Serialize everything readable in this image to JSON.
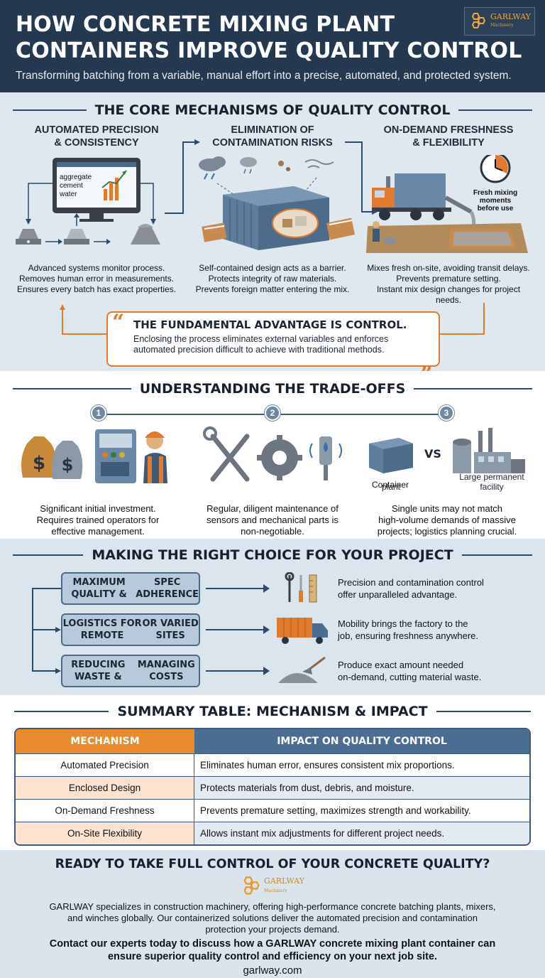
{
  "header": {
    "title_line1": "HOW CONCRETE MIXING PLANT",
    "title_line2": "CONTAINERS IMPROVE QUALITY CONTROL",
    "subtitle": "Transforming batching from a variable, manual effort into a precise, automated, and protected system.",
    "logo_name": "GARLWAY",
    "logo_sub": "Machinery"
  },
  "core": {
    "heading": "THE CORE MECHANISMS OF QUALITY CONTROL",
    "columns": [
      {
        "title_line1": "AUTOMATED PRECISION",
        "title_line2": "& CONSISTENCY",
        "screen_lines": [
          "aggregate",
          "cement",
          "water"
        ],
        "text_line1": "Advanced systems monitor process.",
        "text_line2": "Removes human error in measurements.",
        "text_line3": "Ensures every batch has exact properties."
      },
      {
        "title_line1": "ELIMINATION OF",
        "title_line2": "CONTAMINATION RISKS",
        "text_line1": "Self-contained design acts as a barrier.",
        "text_line2": "Protects integrity of raw materials.",
        "text_line3": "Prevents foreign matter entering the mix."
      },
      {
        "title_line1": "ON-DEMAND FRESHNESS",
        "title_line2": "& FLEXIBILITY",
        "clock_caption_line1": "Fresh mixing",
        "clock_caption_line2": "moments",
        "clock_caption_line3": "before use",
        "text_line1": "Mixes fresh on-site, avoiding transit delays.",
        "text_line2": "Prevents premature setting.",
        "text_line3": "Instant mix design changes for project needs."
      }
    ],
    "quote": {
      "title": "THE FUNDAMENTAL ADVANTAGE IS CONTROL.",
      "text_line1": "Enclosing the process eliminates external variables and enforces",
      "text_line2": "automated precision difficult to achieve with traditional methods."
    }
  },
  "tradeoffs": {
    "heading": "UNDERSTANDING THE TRADE-OFFS",
    "steps": [
      "1",
      "2",
      "3"
    ],
    "items": [
      {
        "text_line1": "Significant initial investment.",
        "text_line2": "Requires trained operators for",
        "text_line3": "effective management."
      },
      {
        "text_line1": "Regular, diligent maintenance of",
        "text_line2": "sensors and mechanical parts is",
        "text_line3": "non-negotiable."
      },
      {
        "text_line1": "Single units may not match",
        "text_line2": "high-volume demands of massive",
        "text_line3": "projects; logistics planning crucial.",
        "label_left_line1": "Container",
        "label_left_line2": "plant",
        "vs": "VS",
        "label_right_line1": "Large permanent",
        "label_right_line2": "facility"
      }
    ]
  },
  "choice": {
    "heading": "MAKING THE RIGHT CHOICE FOR YOUR PROJECT",
    "rows": [
      {
        "button_line1": "MAXIMUM QUALITY &",
        "button_line2": "SPEC ADHERENCE",
        "text_line1": "Precision and contamination control",
        "text_line2": "offer unparalleled advantage."
      },
      {
        "button_line1": "LOGISTICS FOR REMOTE",
        "button_line2": "OR VARIED SITES",
        "text_line1": "Mobility brings the factory to the",
        "text_line2": "job, ensuring freshness anywhere."
      },
      {
        "button_line1": "REDUCING WASTE &",
        "button_line2": "MANAGING COSTS",
        "text_line1": "Produce exact amount needed",
        "text_line2": "on-demand, cutting material waste."
      }
    ]
  },
  "summary": {
    "heading": "SUMMARY TABLE: MECHANISM & IMPACT",
    "col_mechanism": "MECHANISM",
    "col_impact": "IMPACT ON QUALITY CONTROL",
    "rows": [
      {
        "mechanism": "Automated Precision",
        "impact": "Eliminates human error, ensures consistent mix proportions."
      },
      {
        "mechanism": "Enclosed Design",
        "impact": "Protects materials from dust, debris, and moisture."
      },
      {
        "mechanism": "On-Demand Freshness",
        "impact": "Prevents premature setting, maximizes strength and workability."
      },
      {
        "mechanism": "On-Site Flexibility",
        "impact": "Allows instant mix adjustments for different project needs."
      }
    ]
  },
  "footer": {
    "heading": "READY TO TAKE FULL CONTROL OF YOUR CONCRETE QUALITY?",
    "logo_name": "GARLWAY",
    "logo_sub": "Machinery",
    "desc_line1": "GARLWAY specializes in construction machinery, offering high-performance concrete batching plants, mixers,",
    "desc_line2": "and winches globally. Our containerized solutions deliver the automated precision and contamination",
    "desc_line3": "protection your projects demand.",
    "cta_line1": "Contact our experts today to discuss how a GARLWAY concrete mixing plant container can",
    "cta_line2": "ensure superior quality control and efficiency on your next job site.",
    "url": "garlway.com"
  },
  "colors": {
    "header_bg": "#24384f",
    "accent_orange": "#e07a2e",
    "accent_blue": "#4c6d92",
    "section_bg": "#dfe7ef"
  }
}
